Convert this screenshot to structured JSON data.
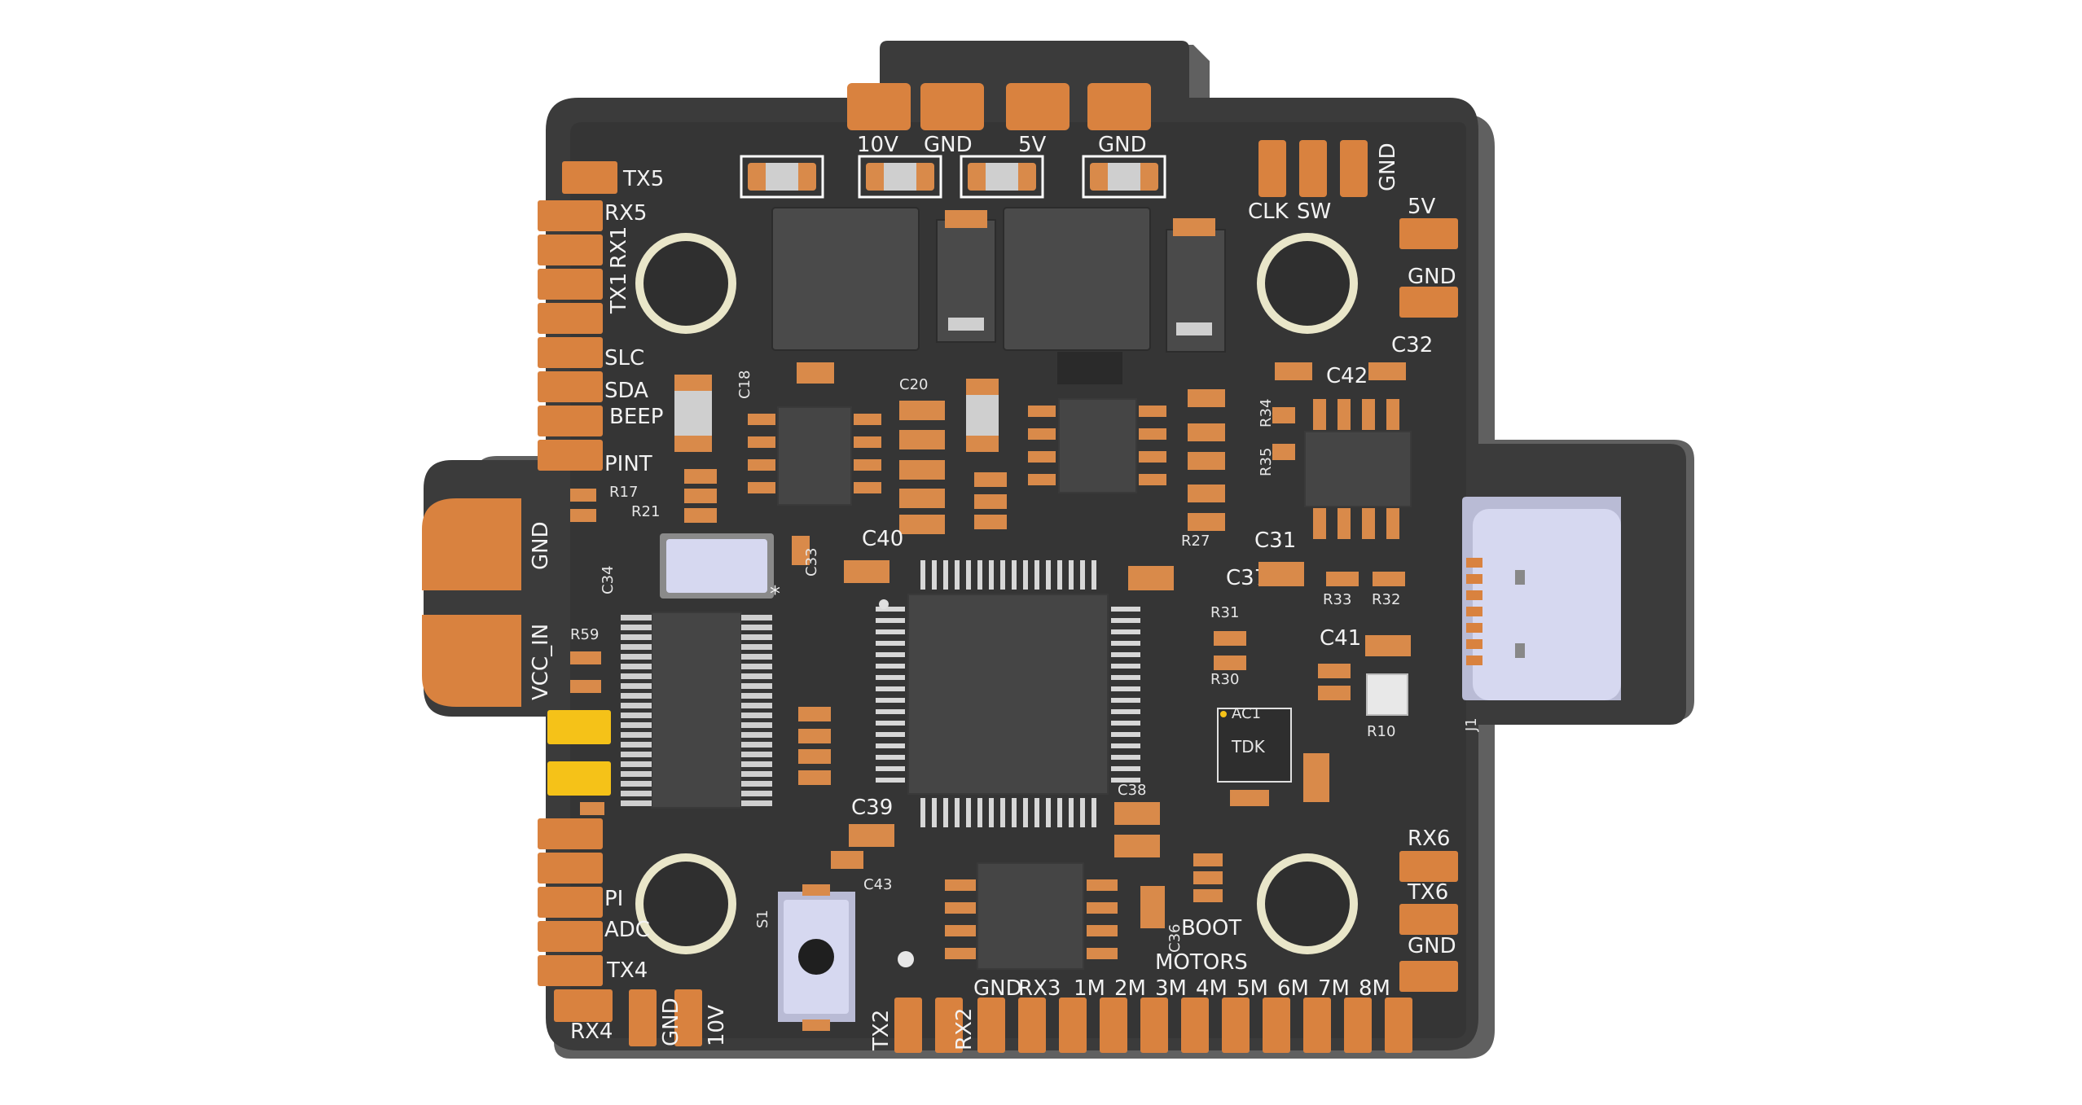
{
  "board": {
    "colors": {
      "background": "#ffffff",
      "pcb": "#3c3c3c",
      "pcb_edge": "#4a4a4a",
      "shadow": "#5a5a5a",
      "copper": "#d9823f",
      "silkscreen": "#f2f2f2",
      "led_yellow": "#f5c218",
      "usb_metal": "#d6d8f0",
      "button": "#d6d8f0"
    }
  },
  "labels": {
    "top_pads": [
      "10V",
      "GND",
      "5V",
      "GND"
    ],
    "top_right": [
      "CLK",
      "SW",
      "GND"
    ],
    "right_side": [
      "5V",
      "GND",
      "C32",
      "C42",
      "R34",
      "R35",
      "R27",
      "C37",
      "C31",
      "R33",
      "R32",
      "C41",
      "R31",
      "R30",
      "AC1",
      "R10",
      "J1",
      "RX6",
      "TX6",
      "GND"
    ],
    "left_side": [
      "TX5",
      "RX5",
      "RX1",
      "TX1",
      "SLC",
      "SDA",
      "BEEP",
      "PINT",
      "R17",
      "R21",
      "GND",
      "C34",
      "R59",
      "VCC_IN",
      "PI",
      "ADC",
      "TX4",
      "RX4",
      "GND",
      "10V"
    ],
    "center": [
      "C18",
      "C20",
      "C40",
      "C33",
      "C39",
      "C43",
      "C38",
      "C36",
      "S1"
    ],
    "bottom": [
      "TX2",
      "RX2",
      "GND",
      "RX3",
      "1M",
      "2M",
      "3M",
      "4M",
      "5M",
      "6M",
      "7M",
      "8M",
      "MOTORS",
      "BOOT"
    ],
    "ic_marking": "TDK"
  }
}
